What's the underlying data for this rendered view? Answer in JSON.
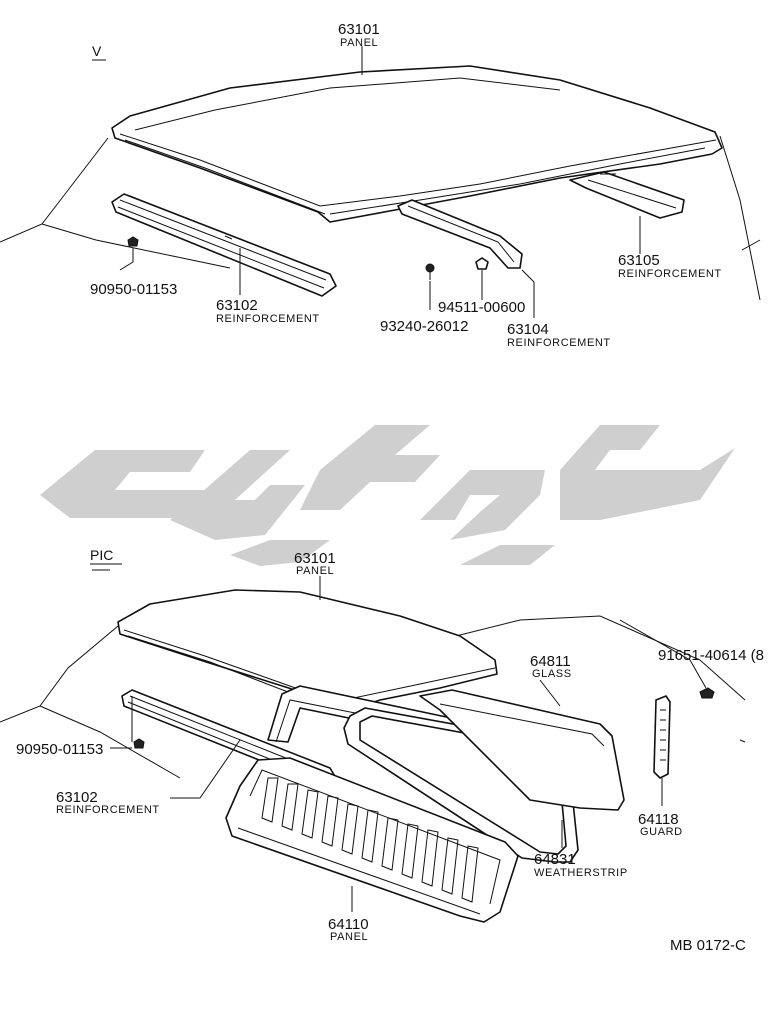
{
  "sections": {
    "top": {
      "variant": "V"
    },
    "bottom": {
      "variant": "PIC"
    }
  },
  "callouts": {
    "top_panel": {
      "number": "63101",
      "name": "PANEL"
    },
    "top_reinf_left": {
      "number": "63102",
      "name": "REINFORCEMENT"
    },
    "top_clip_left": {
      "number": "90950-01153"
    },
    "top_screw": {
      "number": "93240-26012"
    },
    "top_nut": {
      "number": "94511-00600"
    },
    "top_reinf_mid": {
      "number": "63104",
      "name": "REINFORCEMENT"
    },
    "top_reinf_right": {
      "number": "63105",
      "name": "REINFORCEMENT"
    },
    "bot_panel": {
      "number": "63101",
      "name": "PANEL"
    },
    "bot_clip_left": {
      "number": "90950-01153"
    },
    "bot_reinf_left": {
      "number": "63102",
      "name": "REINFORCEMENT"
    },
    "bot_glass": {
      "number": "64811",
      "name": "GLASS"
    },
    "bot_bolt": {
      "number": "91651-40614 (8"
    },
    "bot_guard": {
      "number": "64118",
      "name": "GUARD"
    },
    "bot_weatherstrip": {
      "number": "64831",
      "name": "WEATHERSTRIP"
    },
    "bot_back_panel": {
      "number": "64110",
      "name": "PANEL"
    }
  },
  "diagram_code": "MB 0172-C",
  "colors": {
    "line": "#111111",
    "watermark": "#cfcfcf",
    "background": "#ffffff"
  }
}
